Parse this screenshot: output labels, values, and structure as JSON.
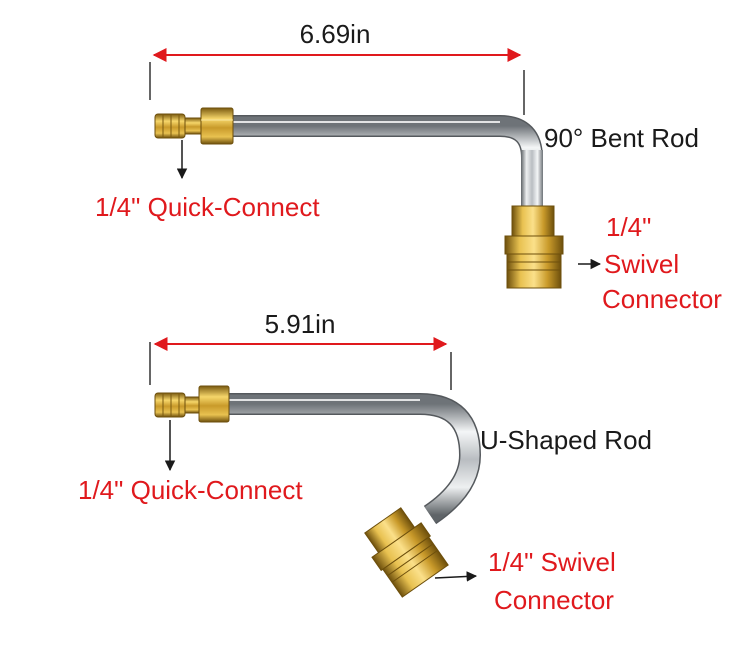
{
  "top_assembly": {
    "dimension": "6.69in",
    "rod_label": "90° Bent Rod",
    "quick_connect_label": "1/4\" Quick-Connect",
    "swivel_label_lines": [
      "1/4\"",
      "Swivel",
      "Connector"
    ]
  },
  "bottom_assembly": {
    "dimension": "5.91in",
    "rod_label": "U-Shaped Rod",
    "quick_connect_label": "1/4\" Quick-Connect",
    "swivel_label_lines": [
      "1/4\" Swivel",
      "Connector"
    ]
  },
  "colors": {
    "label_red": "#e0191d",
    "dimension_line_red": "#e0191d",
    "brass": "#c9a12e",
    "chrome": "#c8ccd0"
  }
}
